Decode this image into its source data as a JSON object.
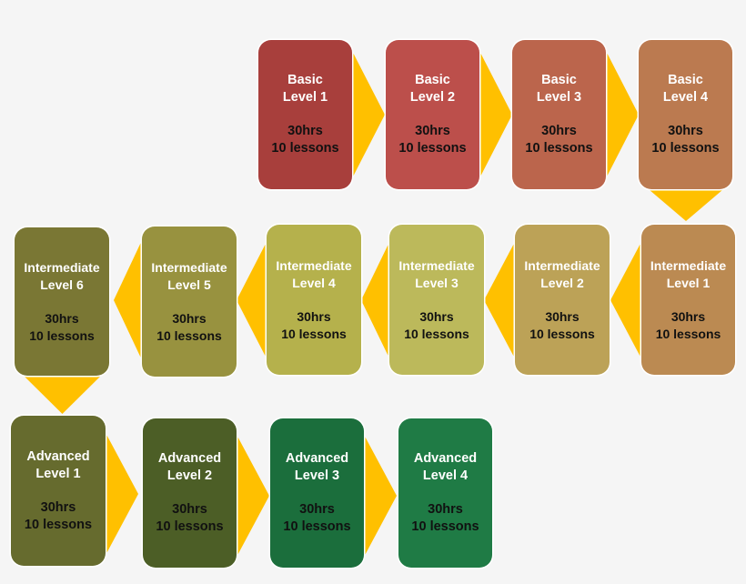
{
  "diagram": {
    "title": "",
    "arrow_color": "#ffc000",
    "background": "#f5f5f5",
    "levels": [
      {
        "id": "basic-1",
        "line1": "Basic",
        "line2": "Level 1",
        "hours": "30hrs",
        "lessons": "10 lessons",
        "color": "#a83f3c"
      },
      {
        "id": "basic-2",
        "line1": "Basic",
        "line2": "Level 2",
        "hours": "30hrs",
        "lessons": "10 lessons",
        "color": "#bc4f4b"
      },
      {
        "id": "basic-3",
        "line1": "Basic",
        "line2": "Level 3",
        "hours": "30hrs",
        "lessons": "10 lessons",
        "color": "#bb654c"
      },
      {
        "id": "basic-4",
        "line1": "Basic",
        "line2": "Level 4",
        "hours": "30hrs",
        "lessons": "10 lessons",
        "color": "#bb7a50"
      },
      {
        "id": "intermediate-1",
        "line1": "Intermediate",
        "line2": "Level 1",
        "hours": "30hrs",
        "lessons": "10 lessons",
        "color": "#bb8a52"
      },
      {
        "id": "intermediate-2",
        "line1": "Intermediate",
        "line2": "Level 2",
        "hours": "30hrs",
        "lessons": "10 lessons",
        "color": "#bca257"
      },
      {
        "id": "intermediate-3",
        "line1": "Intermediate",
        "line2": "Level 3",
        "hours": "30hrs",
        "lessons": "10 lessons",
        "color": "#bcb95b"
      },
      {
        "id": "intermediate-4",
        "line1": "Intermediate",
        "line2": "Level 4",
        "hours": "30hrs",
        "lessons": "10 lessons",
        "color": "#b5b14c"
      },
      {
        "id": "intermediate-5",
        "line1": "Intermediate",
        "line2": "Level 5",
        "hours": "30hrs",
        "lessons": "10 lessons",
        "color": "#98923f"
      },
      {
        "id": "intermediate-6",
        "line1": "Intermediate",
        "line2": "Level 6",
        "hours": "30hrs",
        "lessons": "10 lessons",
        "color": "#7a7734"
      },
      {
        "id": "advanced-1",
        "line1": "Advanced",
        "line2": "Level 1",
        "hours": "30hrs",
        "lessons": "10 lessons",
        "color": "#666b2e"
      },
      {
        "id": "advanced-2",
        "line1": "Advanced",
        "line2": "Level 2",
        "hours": "30hrs",
        "lessons": "10 lessons",
        "color": "#4c5e26"
      },
      {
        "id": "advanced-3",
        "line1": "Advanced",
        "line2": "Level 3",
        "hours": "30hrs",
        "lessons": "10 lessons",
        "color": "#1b6e3c"
      },
      {
        "id": "advanced-4",
        "line1": "Advanced",
        "line2": "Level 4",
        "hours": "30hrs",
        "lessons": "10 lessons",
        "color": "#1f7b45"
      }
    ]
  }
}
